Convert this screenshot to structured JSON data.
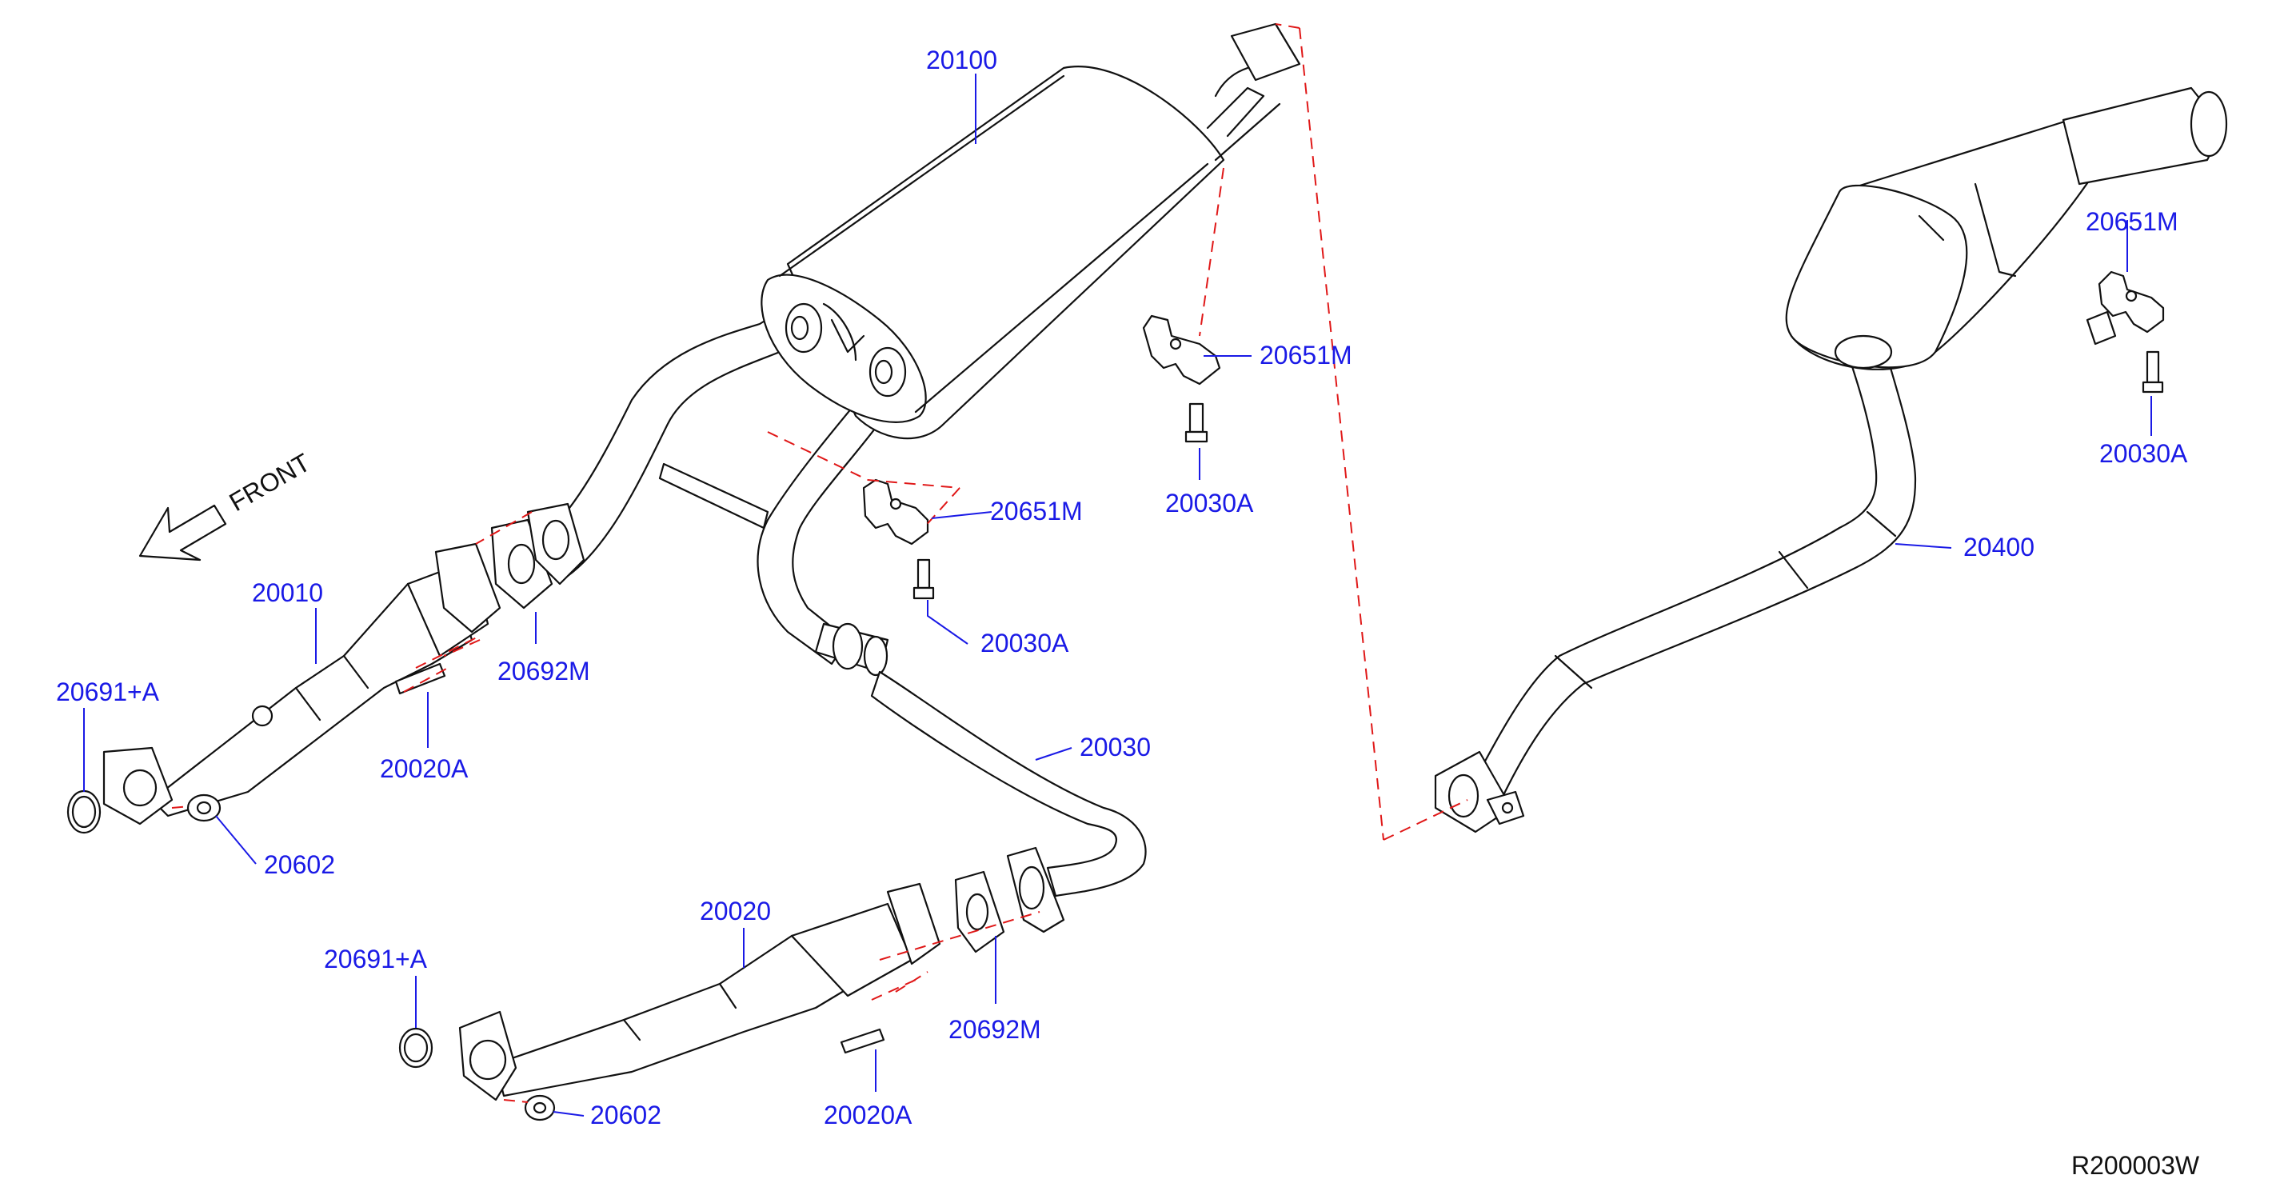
{
  "diagram": {
    "front_label": "FRONT",
    "ref_code": "R200003W",
    "colors": {
      "callout": "#1a1ae6",
      "dash": "#e01818",
      "line": "#111111"
    },
    "parts": {
      "p20100": "20100",
      "p20651M_a": "20651M",
      "p20030A_a": "20030A",
      "p20651M_b": "20651M",
      "p20030A_b": "20030A",
      "p20010": "20010",
      "p20691A_a": "20691+A",
      "p20692M_a": "20692M",
      "p20020A_a": "20020A",
      "p20602_a": "20602",
      "p20030": "20030",
      "p20020": "20020",
      "p20691A_b": "20691+A",
      "p20692M_b": "20692M",
      "p20020A_b": "20020A",
      "p20602_b": "20602",
      "p20651M_c": "20651M",
      "p20030A_c": "20030A",
      "p20400": "20400"
    }
  }
}
